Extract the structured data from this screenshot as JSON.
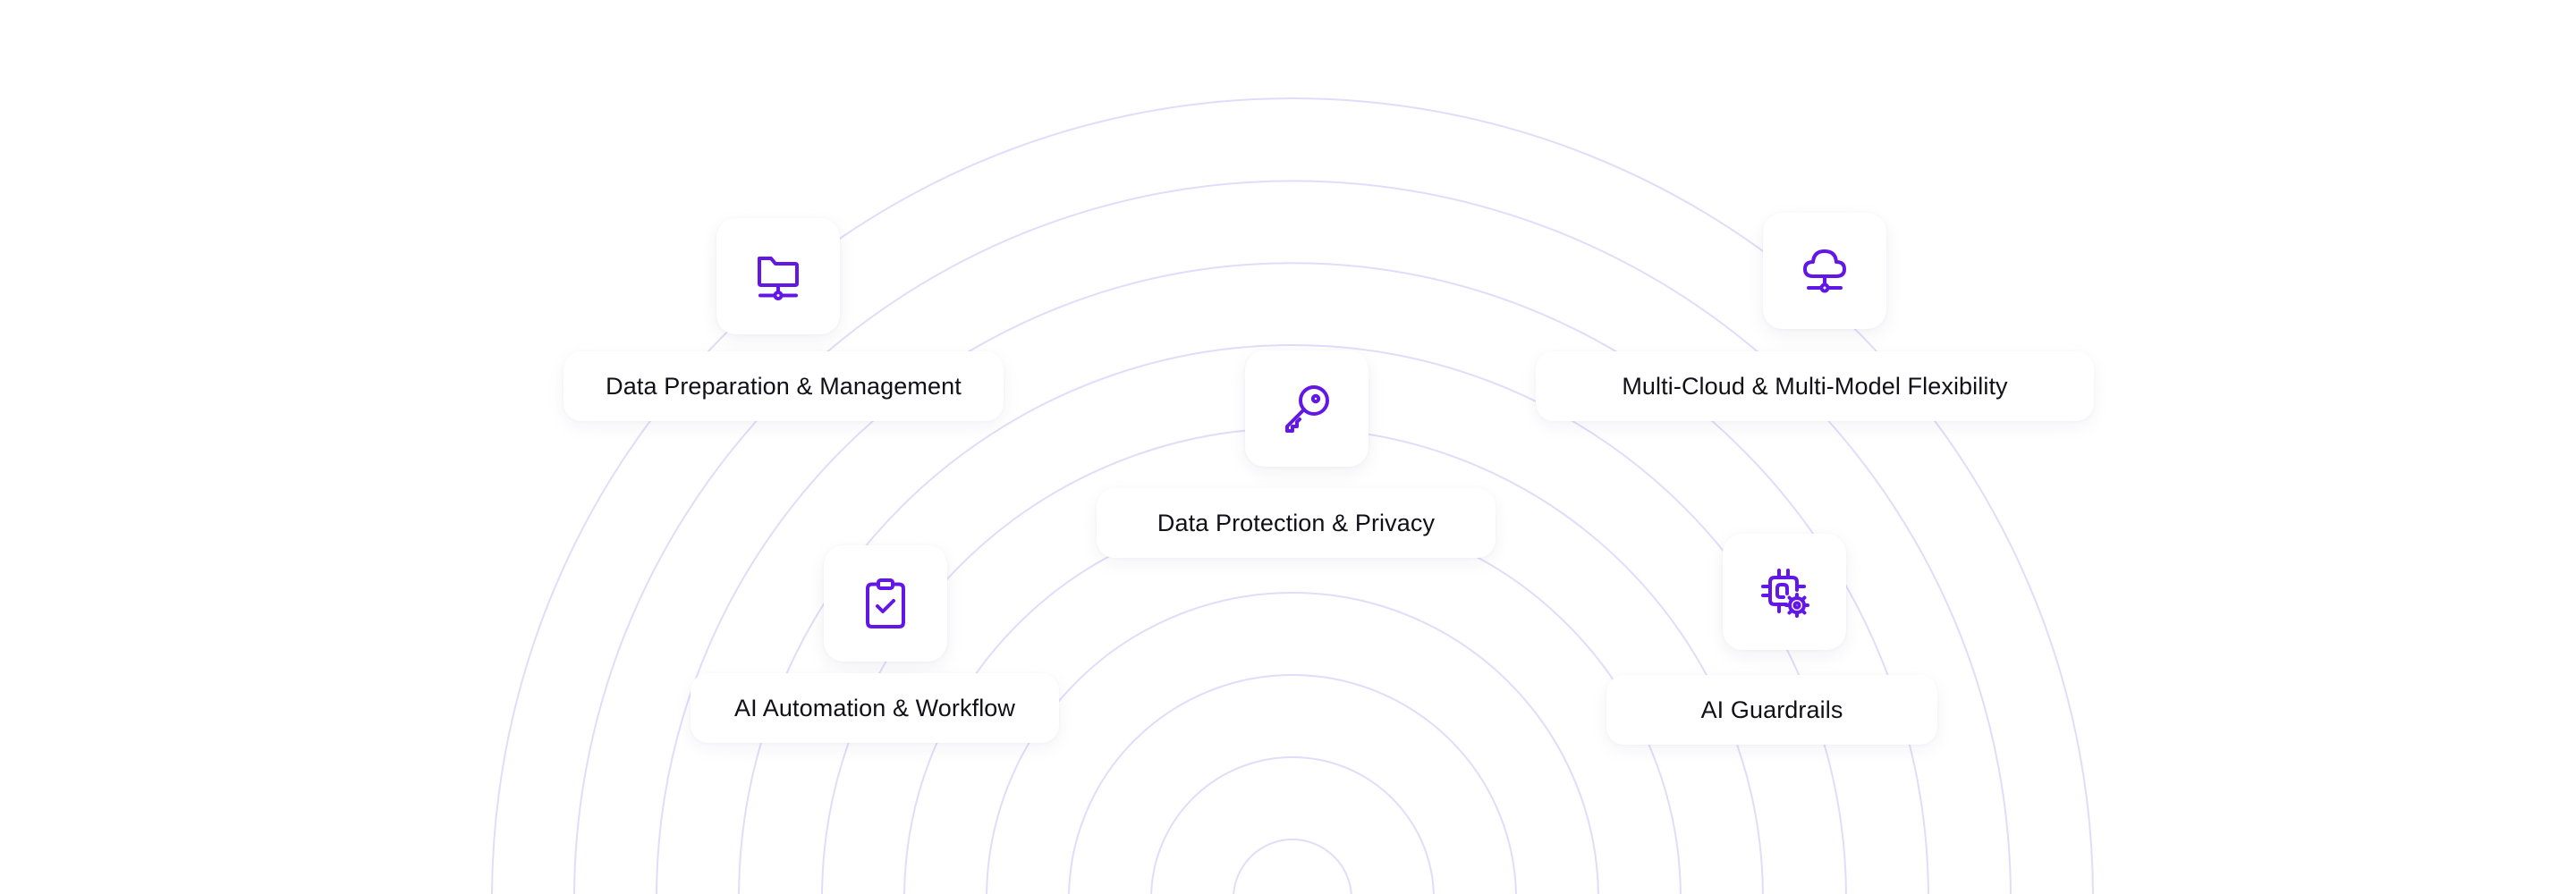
{
  "theme": {
    "accent": "#6317e6",
    "arc_color": "#e2dcfb",
    "text_color": "#111018"
  },
  "features": [
    {
      "id": "data-prep",
      "label": "Data Preparation & Management",
      "icon": "folder-network-icon"
    },
    {
      "id": "data-protection",
      "label": "Data Protection & Privacy",
      "icon": "key-icon"
    },
    {
      "id": "multi-cloud",
      "label": "Multi-Cloud & Multi-Model Flexibility",
      "icon": "cloud-network-icon"
    },
    {
      "id": "ai-automation",
      "label": "AI Automation & Workflow",
      "icon": "clipboard-check-icon"
    },
    {
      "id": "ai-guardrails",
      "label": "AI Guardrails",
      "icon": "chip-gear-icon"
    }
  ]
}
